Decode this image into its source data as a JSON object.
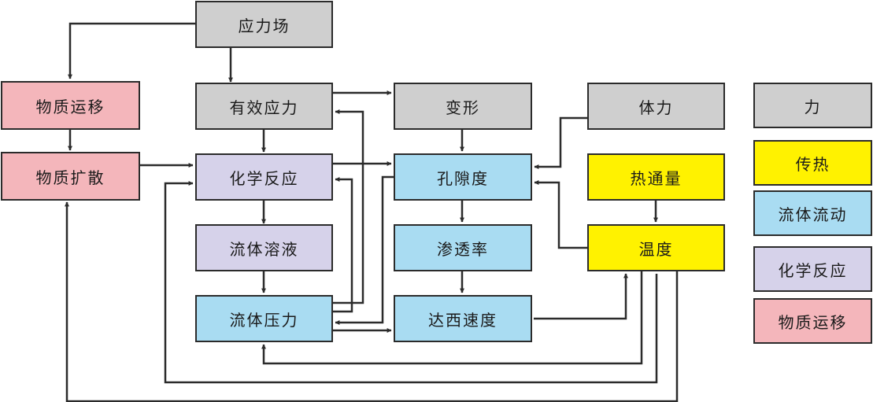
{
  "nodes": {
    "stress_field": "应力场",
    "effective_stress": "有效应力",
    "deformation": "变形",
    "body_force": "体力",
    "material_transport": "物质运移",
    "material_diffusion": "物质扩散",
    "chemical_reaction": "化学反应",
    "porosity": "孔隙度",
    "heat_flux": "热通量",
    "fluid_solution": "流体溶液",
    "permeability": "渗透率",
    "temperature": "温度",
    "fluid_pressure": "流体压力",
    "darcy_velocity": "达西速度"
  },
  "legend": [
    {
      "label": "力",
      "color": "#cfcfcf"
    },
    {
      "label": "传热",
      "color": "#fff200"
    },
    {
      "label": "流体流动",
      "color": "#a9dcf2"
    },
    {
      "label": "化学反应",
      "color": "#d6d2ea"
    },
    {
      "label": "物质运移",
      "color": "#f4b6bb"
    }
  ]
}
